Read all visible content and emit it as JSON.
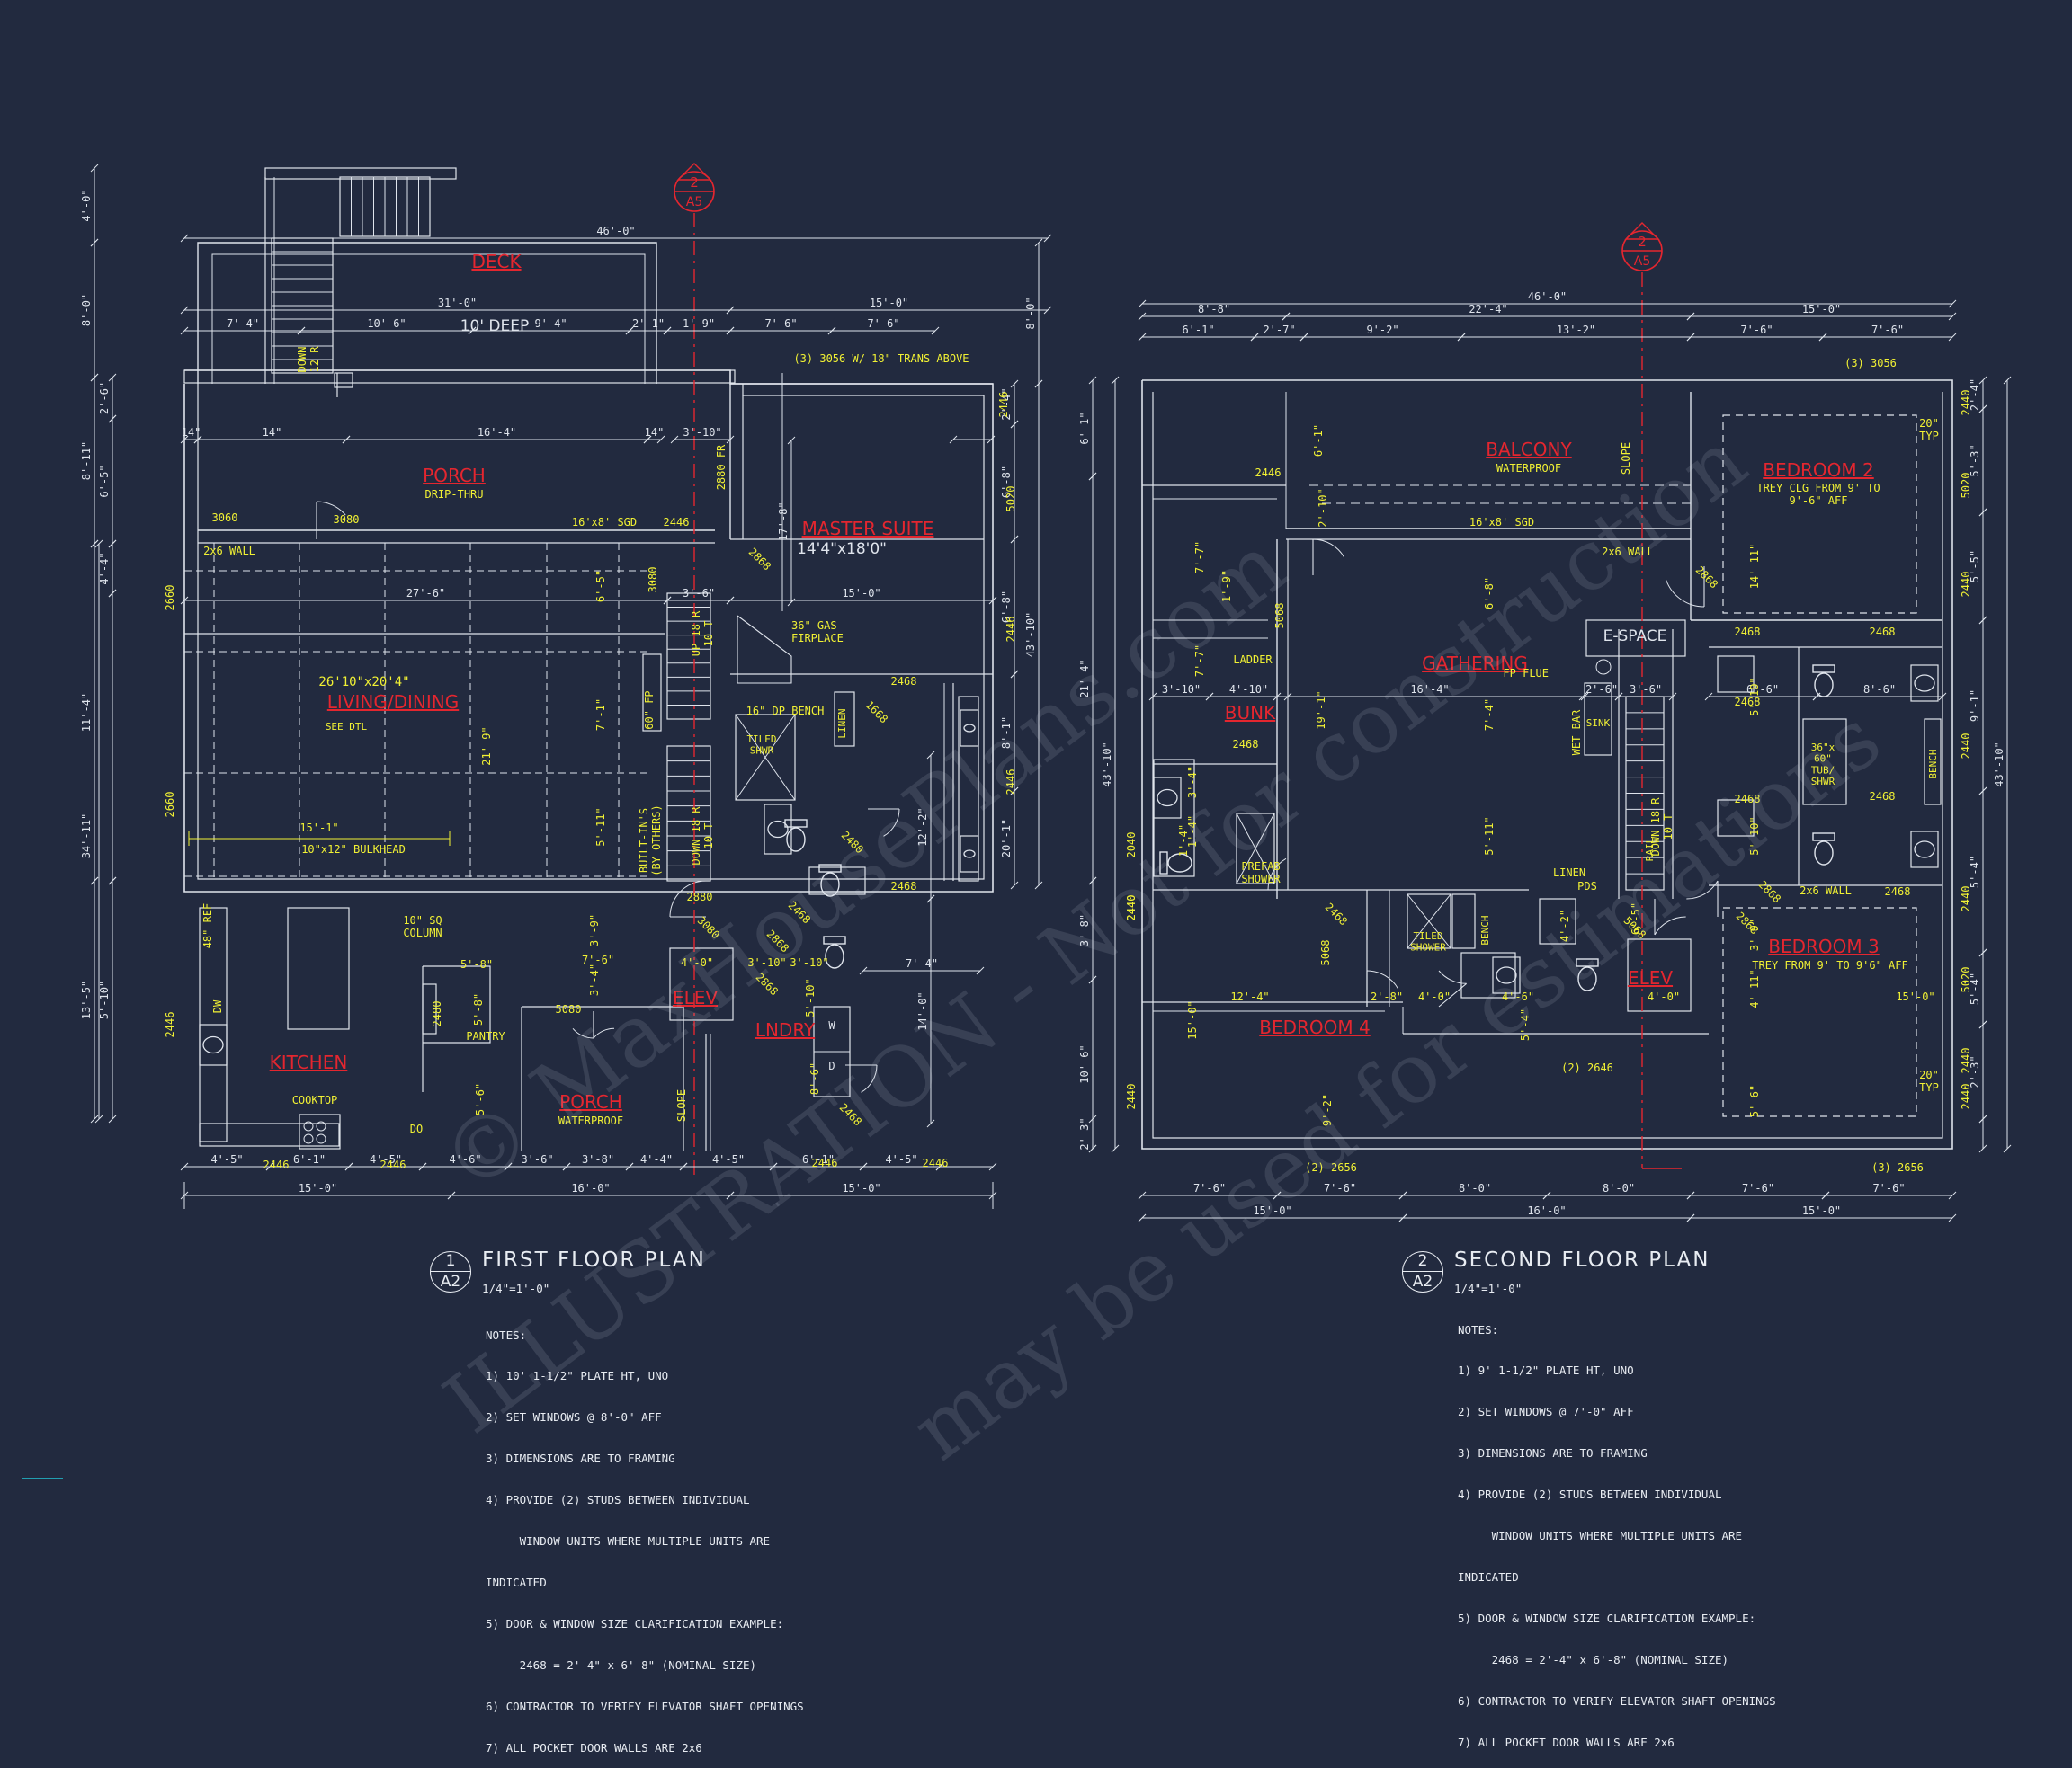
{
  "watermark": {
    "line1": "© MaxHousePlans.com",
    "line2": "ILLUSTRATION - Not for construction",
    "line3": "may be used for estimations"
  },
  "colors": {
    "background": "#222a3f",
    "lines": "#dfe4ec",
    "dimensions": "#f1f134",
    "room_labels": "#e4262f",
    "section_marker": "#e4262f"
  },
  "first_floor": {
    "title": "FIRST FLOOR PLAN",
    "number": "1",
    "sheet": "A2",
    "scale": "1/4\"=1'-0\"",
    "section_marker": {
      "number": "2",
      "sheet": "A5"
    },
    "rooms": {
      "deck": "DECK",
      "deck_note": "10' DEEP",
      "porch_top": "PORCH",
      "porch_top_note": "DRIP-THRU",
      "master": "MASTER SUITE",
      "master_size": "14'4\"x18'0\"",
      "living": "LIVING/DINING",
      "living_size": "26'10\"x20'4\"",
      "living_note": "SEE DTL",
      "kitchen": "KITCHEN",
      "porch_bottom": "PORCH",
      "porch_bottom_note": "WATERPROOF",
      "elev": "ELEV",
      "lndry": "LNDRY"
    },
    "labels": {
      "windows_top": "(3) 3056 W/ 18\" TRANS ABOVE",
      "wall_2x6": "2x6 WALL",
      "sgd": "16'x8' SGD",
      "gas_fp": "36\" GAS\nFIRPLACE",
      "bench": "16\" DP BENCH",
      "tiled_shwr": "TILED\nSHWR",
      "linen": "LINEN",
      "fp": "60\" FP",
      "bulkhead": "10\"x12\" BULKHEAD",
      "column": "10\" SQ\nCOLUMN",
      "built_ins": "BUILT-IN'S\n(BY OTHERS)",
      "ref": "48\" REF",
      "dw": "DW",
      "pantry": "PANTRY",
      "cooktop": "COOKTOP",
      "do": "DO",
      "slope": "SLOPE",
      "up": "UP 18 R\n10 T",
      "down": "DOWN 18 R\n10 T",
      "down_deck": "DOWN\n12 R",
      "w": "W",
      "d": "D"
    },
    "dims_top": [
      "46'-0\"",
      "31'-0\"",
      "15'-0\"",
      "7'-4\"",
      "10'-6\"",
      "9'-4\"",
      "2'-1\"",
      "1'-9\"",
      "7'-6\"",
      "7'-6\"",
      "7'-4\"",
      "14\"",
      "16'-4\"",
      "14\"",
      "3'-10\"",
      "15'-0\"",
      "27'-6\"",
      "3'-6\""
    ],
    "dims_bottom": [
      "4'-5\"",
      "6'-1\"",
      "4'-5\"",
      "4'-6\"",
      "3'-6\"",
      "3'-8\"",
      "4'-4\"",
      "4'-5\"",
      "6'-1\"",
      "4'-5\"",
      "15'-0\"",
      "16'-0\"",
      "15'-0\""
    ],
    "dims_left": [
      "4'-0\"",
      "8'-0\"",
      "2'-6\"",
      "6'-5\"",
      "8'-11\"",
      "4'-4\"",
      "11'-4\"",
      "34'-11\"",
      "13'-5\"",
      "5'-10\""
    ],
    "dims_right": [
      "8'-0\"",
      "2'-4\"",
      "6'-8\"",
      "6'-8\"",
      "43'-10\"",
      "8'-1\"",
      "20'-1\"",
      "12'-2\"",
      "14'-0\"",
      "17'-8\"",
      "7'-4\""
    ],
    "window_tags": [
      "3060",
      "3080",
      "2446",
      "2880 FR",
      "2446",
      "5020",
      "2446",
      "2446",
      "2660",
      "2660",
      "2446",
      "2446",
      "2446",
      "2446",
      "2446",
      "2468",
      "2468",
      "3080",
      "2868",
      "1668",
      "2480",
      "2468",
      "2868",
      "3080",
      "2468",
      "5080",
      "2480",
      "2880",
      "2868"
    ],
    "interior_dims": [
      "6'-5\"",
      "7'-1\"",
      "5'-11\"",
      "15'-1\"",
      "21'-9\"",
      "3'-9\"",
      "3'-4\"",
      "3'-10\"",
      "5'-8\"",
      "5'-8\"",
      "5'-6\"",
      "7'-6\"",
      "4'-0\"",
      "3'-10\"",
      "5'-10\"",
      "8'-6\""
    ],
    "notes_title": "NOTES:",
    "notes": [
      "1) 10' 1-1/2\" PLATE HT, UNO",
      "2) SET WINDOWS @ 8'-0\" AFF",
      "3) DIMENSIONS ARE TO FRAMING",
      "4) PROVIDE (2) STUDS BETWEEN INDIVIDUAL",
      "     WINDOW UNITS WHERE MULTIPLE UNITS ARE",
      "INDICATED",
      "5) DOOR & WINDOW SIZE CLARIFICATION EXAMPLE:",
      "     2468 = 2'-4\" x 6'-8\" (NOMINAL SIZE)",
      "6) CONTRACTOR TO VERIFY ELEVATOR SHAFT OPENINGS",
      "7) ALL POCKET DOOR WALLS ARE 2x6"
    ]
  },
  "second_floor": {
    "title": "SECOND FLOOR PLAN",
    "number": "2",
    "sheet": "A2",
    "scale": "1/4\"=1'-0\"",
    "section_marker": {
      "number": "2",
      "sheet": "A5"
    },
    "rooms": {
      "balcony": "BALCONY",
      "balcony_note": "WATERPROOF",
      "bedroom2": "BEDROOM 2",
      "bedroom2_note": "TREY CLG FROM 9' TO\n9'-6\" AFF",
      "gathering": "GATHERING",
      "bunk": "BUNK",
      "bedroom3": "BEDROOM 3",
      "bedroom3_note": "TREY FROM 9' TO 9'6\" AFF",
      "bedroom4": "BEDROOM 4",
      "elev": "ELEV",
      "espace": "E-SPACE"
    },
    "labels": {
      "windows_top": "(3) 3056",
      "sgd": "16'x8' SGD",
      "wall_2x6": "2x6 WALL",
      "wall_2x6_b": "2x6 WALL",
      "slope": "SLOPE",
      "fp_flue": "FP FLUE",
      "wet_bar": "WET BAR",
      "sink": "SINK",
      "ladder": "LADDER",
      "prefab": "PREFAB\nSHOWER",
      "tub": "36\"x\n60\"\nTUB/\nSHWR",
      "bench": "BENCH",
      "bench2": "BENCH",
      "linen": "LINEN",
      "pds": "PDS",
      "tiled_shower": "TILED\nSHOWER",
      "typ1": "20\"\nTYP",
      "typ2": "20\"\nTYP",
      "rail": "RAIL",
      "down": "DOWN 18 R\n10 T",
      "win_bottom_left": "(2) 2656",
      "win_bottom_mid": "(2) 2646",
      "win_bottom_right": "(3) 2656"
    },
    "dims_top": [
      "46'-0\"",
      "8'-8\"",
      "22'-4\"",
      "15'-0\"",
      "6'-1\"",
      "2'-7\"",
      "9'-2\"",
      "13'-2\"",
      "7'-6\"",
      "7'-6\"",
      "16'-4\"",
      "3'-10\"",
      "4'-10\"",
      "3'-6\"",
      "2'-6\"",
      "6'-6\"",
      "8'-6\""
    ],
    "dims_bottom": [
      "7'-6\"",
      "7'-6\"",
      "8'-0\"",
      "8'-0\"",
      "7'-6\"",
      "7'-6\"",
      "15'-0\"",
      "16'-0\"",
      "15'-0\""
    ],
    "dims_left": [
      "6'-1\"",
      "21'-4\"",
      "43'-10\"",
      "3'-8\"",
      "10'-6\"",
      "2'-3\""
    ],
    "dims_right": [
      "2'-4\"",
      "5'-3\"",
      "5'-5\"",
      "43'-10\"",
      "9'-1\"",
      "5'-4\"",
      "5'-4\"",
      "2'-3\""
    ],
    "window_tags": [
      "2446",
      "2440",
      "5020",
      "2440",
      "2440",
      "2440",
      "5020",
      "2440",
      "2440",
      "2440",
      "2040",
      "2440",
      "2440",
      "5068",
      "2468",
      "2868",
      "2468",
      "2468",
      "2468",
      "2468",
      "2868",
      "5068",
      "2468",
      "2868",
      "5068",
      "2468",
      "2468"
    ],
    "interior_dims": [
      "6'-1\"",
      "2'-10\"",
      "7'-7\"",
      "7'-7\"",
      "1'-9\"",
      "3'-4\"",
      "1'-4\"",
      "19'-1\"",
      "6'-8\"",
      "7'-4\"",
      "5'-11\"",
      "14'-11\"",
      "5'-10\"",
      "5'-10\"",
      "4'-11\"",
      "12'-4\"",
      "15'-0\"",
      "9'-2\"",
      "2'-8\"",
      "4'-0\"",
      "4'-6\"",
      "4'-0\"",
      "5'-4\"",
      "6'-5\"",
      "3'-9\"",
      "5'-6\"",
      "15'-0\"",
      "1'-4\"",
      "4'-2\""
    ],
    "notes_title": "NOTES:",
    "notes": [
      "1) 9' 1-1/2\" PLATE HT, UNO",
      "2) SET WINDOWS @ 7'-0\" AFF",
      "3) DIMENSIONS ARE TO FRAMING",
      "4) PROVIDE (2) STUDS BETWEEN INDIVIDUAL",
      "     WINDOW UNITS WHERE MULTIPLE UNITS ARE",
      "INDICATED",
      "5) DOOR & WINDOW SIZE CLARIFICATION EXAMPLE:",
      "     2468 = 2'-4\" x 6'-8\" (NOMINAL SIZE)",
      "6) CONTRACTOR TO VERIFY ELEVATOR SHAFT OPENINGS",
      "7) ALL POCKET DOOR WALLS ARE 2x6"
    ]
  }
}
